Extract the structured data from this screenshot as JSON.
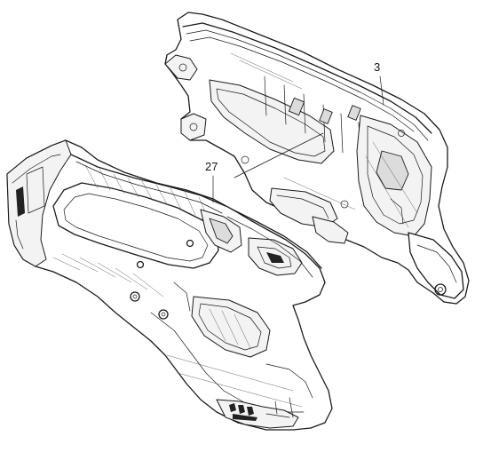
{
  "diagram": {
    "callouts": [
      {
        "id": "part-3",
        "number": "3"
      },
      {
        "id": "part-27",
        "number": "27"
      }
    ]
  }
}
